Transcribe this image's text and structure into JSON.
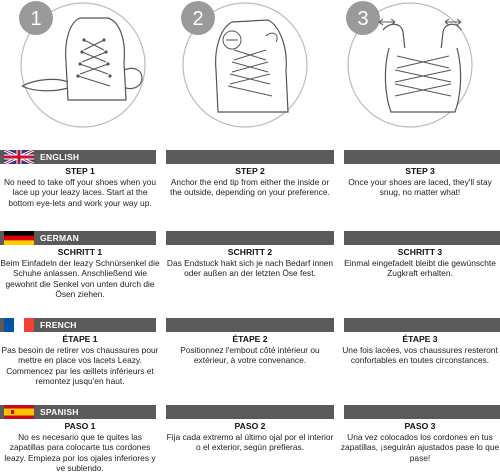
{
  "steps_illustration": {
    "numbers": [
      "1",
      "2",
      "3"
    ]
  },
  "languages": [
    {
      "name": "ENGLISH",
      "flag": "uk-flag-icon",
      "steps": [
        {
          "title": "STEP 1",
          "text": "No need to take off your shoes when you lace up your leazy laces. Start at the bottom eye-lets and work your way up."
        },
        {
          "title": "STEP 2",
          "text": "Anchor the end tip from either the inside or the outside, depending on your preference."
        },
        {
          "title": "STEP 3",
          "text": "Once your shoes are laced, they'll stay snug, no matter what!"
        }
      ]
    },
    {
      "name": "GERMAN",
      "flag": "germany-flag-icon",
      "steps": [
        {
          "title": "SCHRITT 1",
          "text": "Beim Einfadeln der leazy Schnürsenkel die Schuhe anlassen. Anschließend wie gewohnt die Senkel von unten durch die Ösen ziehen."
        },
        {
          "title": "SCHRITT 2",
          "text": "Das Endstuck hakt sich je nach Bedarf innen oder außen an der letzten Öse fest."
        },
        {
          "title": "SCHRITT 3",
          "text": "Einmal eingefadelt bleibt die gewünschte Zugkraft erhalten."
        }
      ]
    },
    {
      "name": "FRENCH",
      "flag": "france-flag-icon",
      "steps": [
        {
          "title": "ÉTAPE 1",
          "text": "Pas besoin de retirer vos chaussures pour mettre en place vos lacets Leazy. Commencez par les œillets inférieurs et remontez jusqu'en haut."
        },
        {
          "title": "ÉTAPE 2",
          "text": "Positionnez l'embout côté intérieur ou extérieur, à votre convenance."
        },
        {
          "title": "ÉTAPE 3",
          "text": "Une fois lacées, vos chaussures resteront confortables en toutes circonstances."
        }
      ]
    },
    {
      "name": "SPANISH",
      "flag": "spain-flag-icon",
      "steps": [
        {
          "title": "PASO 1",
          "text": "No es necesario que te quites las zapatillas para colocarte tus cordones leazy. Empieza por los ojales inferiores y ve subiendo."
        },
        {
          "title": "PASO 2",
          "text": "Fija cada extremo al último ojal por el interior o el exterior, según prefieras."
        },
        {
          "title": "PASO 3",
          "text": "Una vez colocados los cordones en tus zapatillas, ¡seguirán ajustados pase lo que pase!"
        }
      ]
    }
  ],
  "colors": {
    "bar": "#5a5a5a",
    "circle_border": "#bbbbbb",
    "number_badge": "#9a9a9a"
  }
}
